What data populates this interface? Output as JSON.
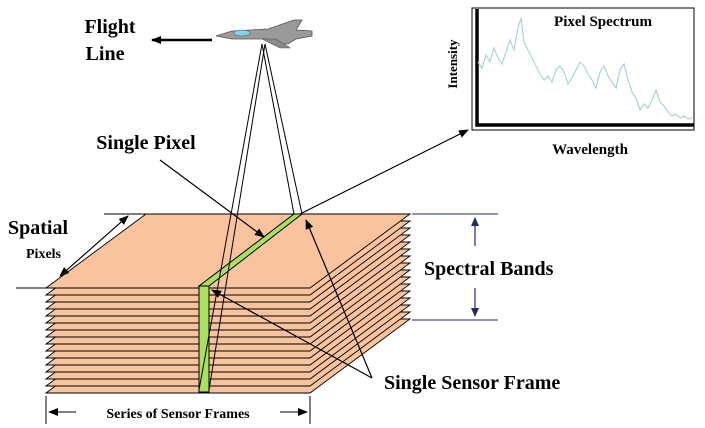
{
  "labels": {
    "flight_line_1": "Flight",
    "flight_line_2": "Line",
    "single_pixel": "Single Pixel",
    "spatial": "Spatial",
    "pixels": "Pixels",
    "spectral_bands": "Spectral Bands",
    "single_sensor_frame": "Single Sensor Frame",
    "series_of_sensor_frames": "Series of Sensor Frames"
  },
  "spectrum_panel": {
    "title": "Pixel Spectrum",
    "ylabel": "Intensity",
    "xlabel": "Wavelength"
  },
  "colors": {
    "cube_fill": "#f9c49d",
    "cube_stroke": "#000000",
    "pixel_column": "#a8e05f",
    "spectrum_line": "#a9d3dc",
    "aircraft_body": "#9a9a9a",
    "spectral_arrow": "#1f2a6b"
  }
}
